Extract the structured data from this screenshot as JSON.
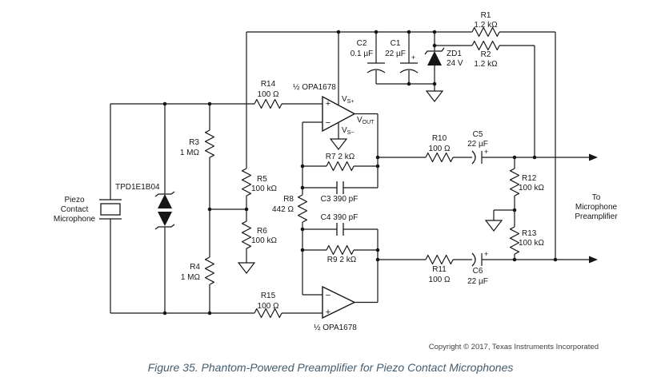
{
  "figure": {
    "caption": "Figure 35. Phantom-Powered Preamplifier for Piezo Contact Microphones",
    "copyright": "Copyright © 2017, Texas Instruments Incorporated"
  },
  "source": {
    "mic_line1": "Piezo",
    "mic_line2": "Contact",
    "mic_line3": "Microphone"
  },
  "tvs": {
    "part": "TPD1E1B04"
  },
  "resistors": {
    "r1": {
      "ref": "R1",
      "value": "1.2 kΩ"
    },
    "r2": {
      "ref": "R2",
      "value": "1.2 kΩ"
    },
    "r3": {
      "ref": "R3",
      "value": "1 MΩ"
    },
    "r4": {
      "ref": "R4",
      "value": "1 MΩ"
    },
    "r5": {
      "ref": "R5",
      "value": "100 kΩ"
    },
    "r6": {
      "ref": "R6",
      "value": "100 kΩ"
    },
    "r7": {
      "label": "R7 2 kΩ"
    },
    "r8": {
      "ref": "R8",
      "value": "442 Ω"
    },
    "r9": {
      "label": "R9 2 kΩ"
    },
    "r10": {
      "ref": "R10",
      "value": "100 Ω"
    },
    "r11": {
      "ref": "R11",
      "value": "100 Ω"
    },
    "r12": {
      "ref": "R12",
      "value": "100 kΩ"
    },
    "r13": {
      "ref": "R13",
      "value": "100 kΩ"
    },
    "r14": {
      "ref": "R14",
      "value": "100 Ω"
    },
    "r15": {
      "ref": "R15",
      "value": "100 Ω"
    }
  },
  "capacitors": {
    "c1": {
      "ref": "C1",
      "value": "22 µF",
      "plus": "+"
    },
    "c2": {
      "ref": "C2",
      "value": "0.1 µF"
    },
    "c3": {
      "label": "C3 390 pF"
    },
    "c4": {
      "label": "C4 390 pF"
    },
    "c5": {
      "ref": "C5",
      "value": "22 µF",
      "plus": "+"
    },
    "c6": {
      "ref": "C6",
      "value": "22 µF",
      "plus": "+"
    }
  },
  "zener": {
    "ref": "ZD1",
    "value": "24 V"
  },
  "opamp_top": {
    "part": "½ OPA1678",
    "plus_input": "+",
    "minus_input": "−",
    "vs_plus_main": "V",
    "vs_plus_sub": "S+",
    "vout_main": "V",
    "vout_sub": "OUT",
    "vs_minus_main": "V",
    "vs_minus_sub": "S−"
  },
  "opamp_bottom": {
    "part": "½ OPA1678",
    "plus_input": "+",
    "minus_input": "−"
  },
  "output": {
    "line1": "To",
    "line2": "Microphone",
    "line3": "Preamplifier"
  },
  "colors": {
    "wire": "#161616",
    "caption": "#455d6e",
    "copyright": "#404040"
  }
}
